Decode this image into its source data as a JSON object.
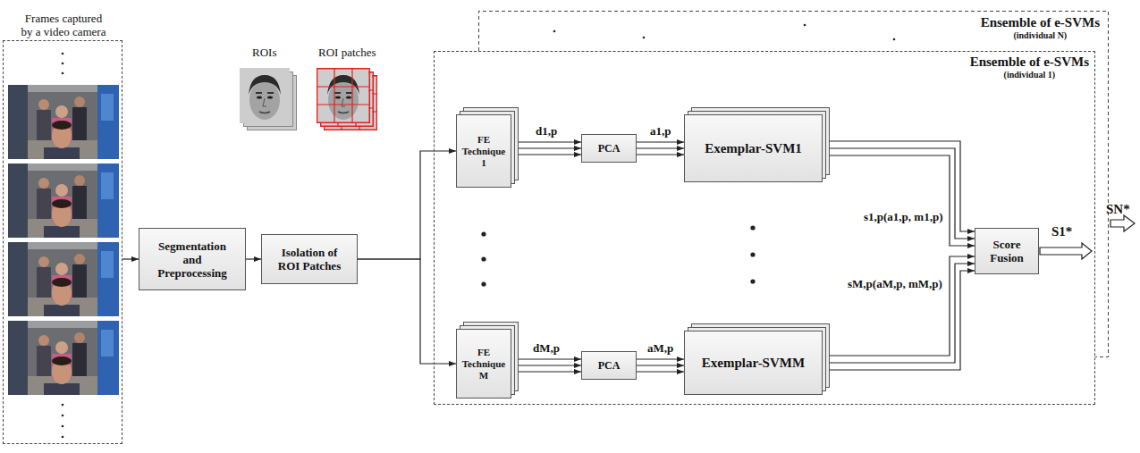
{
  "diagram": {
    "nodes": [
      {
        "text": [
          "Frames captured by a video camera"
        ]
      },
      {
        "text": [
          "Segmentation and Preprocessing"
        ]
      },
      {
        "text": [
          "Isolation of ROI Patches"
        ]
      },
      {
        "text": [
          "Ensemble of e-SVMs",
          "(individual N)"
        ]
      },
      {
        "text": [
          "Ensemble of e-SVMs",
          "(individual 1)"
        ]
      },
      {
        "text": [
          "FE Technique 1"
        ],
        "in": 4
      },
      {
        "text": [
          "PCA"
        ],
        "in": 4
      },
      {
        "text": [
          "Exemplar-SVM1"
        ],
        "in": 4
      },
      {
        "text": [
          "FE Technique M"
        ],
        "in": 4
      },
      {
        "text": [
          "PCA"
        ],
        "in": 4
      },
      {
        "text": [
          "Exemplar-SVMM"
        ],
        "in": 4
      },
      {
        "text": [
          "Score Fusion"
        ],
        "in": 4
      }
    ],
    "edges": [
      {
        "from": 0,
        "to": 1,
        "arrow": "to"
      },
      {
        "from": 1,
        "to": 2,
        "arrow": "to"
      },
      {
        "from": 2,
        "to": 5,
        "arrow": "to"
      },
      {
        "from": 2,
        "to": 8,
        "arrow": "to"
      },
      {
        "from": 5,
        "to": 6,
        "arrow": "to",
        "label": "d1,p"
      },
      {
        "from": 6,
        "to": 7,
        "arrow": "to",
        "label": "a1,p"
      },
      {
        "from": 7,
        "to": 11,
        "arrow": "to",
        "label": "s1,p(a1,p, m1,p)"
      },
      {
        "from": 8,
        "to": 9,
        "arrow": "to",
        "label": "dM,p"
      },
      {
        "from": 9,
        "to": 10,
        "arrow": "to",
        "label": "aM,p"
      },
      {
        "from": 10,
        "to": 11,
        "arrow": "to",
        "label": "sM,p(aM,p, mM,p)"
      }
    ],
    "labels": [
      "ROIs",
      "ROI patches",
      "S1*",
      "SN*"
    ]
  }
}
